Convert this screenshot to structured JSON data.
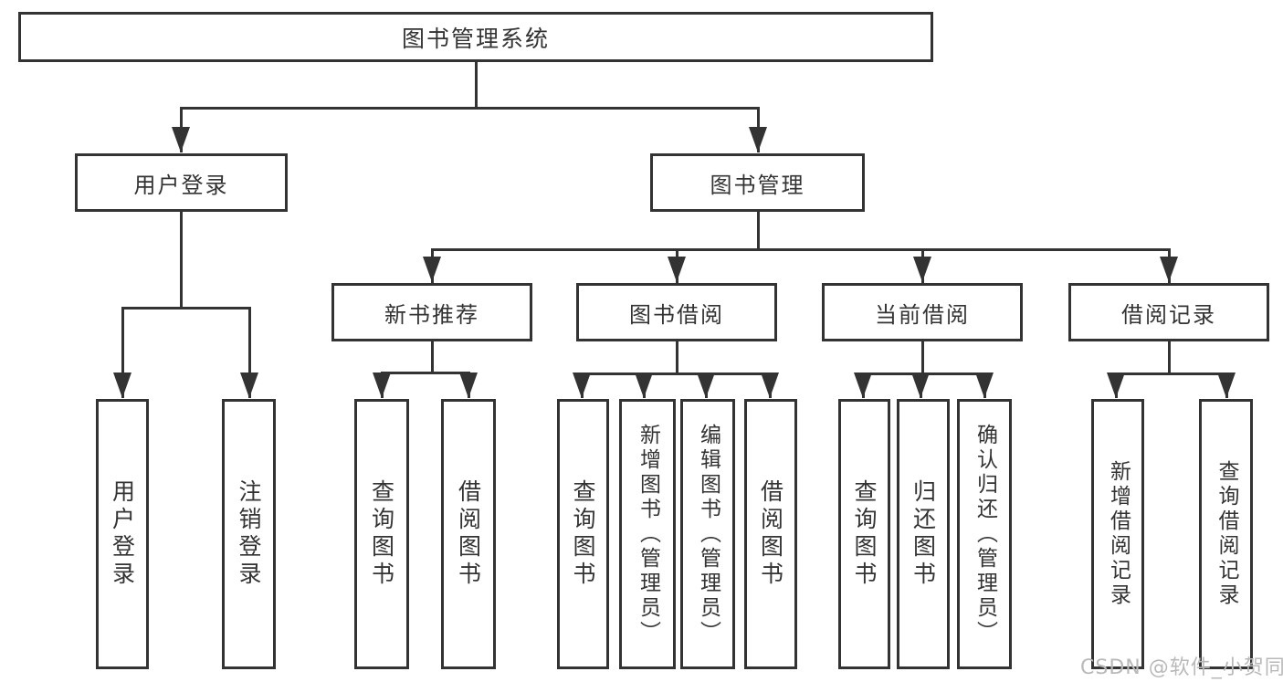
{
  "diagram": {
    "watermark": "CSDN @软件_小贺同学",
    "colors": {
      "line": "#333333",
      "text": "#333333",
      "watermark": "#b9b9b9",
      "background": "#ffffff"
    },
    "tree": {
      "label": "图书管理系统",
      "children": [
        {
          "label": "用户登录",
          "children": [
            {
              "label": "用户登录"
            },
            {
              "label": "注销登录"
            }
          ]
        },
        {
          "label": "图书管理",
          "children": [
            {
              "label": "新书推荐",
              "children": [
                {
                  "label": "查询图书"
                },
                {
                  "label": "借阅图书"
                }
              ]
            },
            {
              "label": "图书借阅",
              "children": [
                {
                  "label": "查询图书"
                },
                {
                  "label": "新增图书（管理员）"
                },
                {
                  "label": "编辑图书（管理员）"
                },
                {
                  "label": "借阅图书"
                }
              ]
            },
            {
              "label": "当前借阅",
              "children": [
                {
                  "label": "查询图书"
                },
                {
                  "label": "归还图书"
                },
                {
                  "label": "确认归还（管理员）"
                }
              ]
            },
            {
              "label": "借阅记录",
              "children": [
                {
                  "label": "新增借阅记录"
                },
                {
                  "label": "查询借阅记录"
                }
              ]
            }
          ]
        }
      ]
    }
  }
}
